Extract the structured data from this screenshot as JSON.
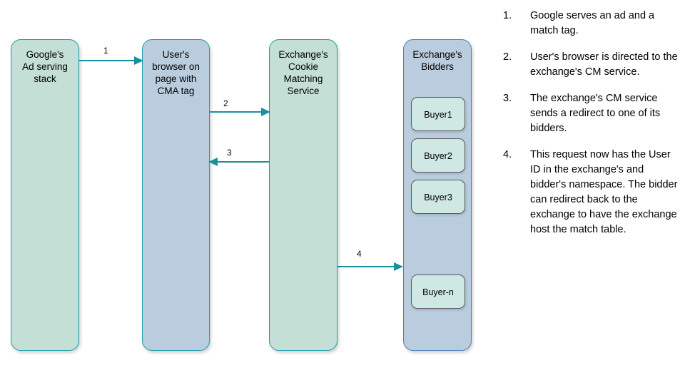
{
  "diagram": {
    "nodes": [
      {
        "id": "google-ad-stack",
        "label": "Google's\nAd serving\nstack",
        "fill": "#c4dfd5",
        "border": "#1a9cab"
      },
      {
        "id": "user-browser",
        "label": "User's\nbrowser on\npage with\nCMA tag",
        "fill": "#bacddf",
        "border": "#1a9cab"
      },
      {
        "id": "cm-service",
        "label": "Exchange's\nCookie\nMatching\nService",
        "fill": "#c4dfd5",
        "border": "#1a9cab"
      },
      {
        "id": "exchange-bidders",
        "label": "Exchange's\nBidders",
        "fill": "#bacddf",
        "border": "#4a7ebb"
      }
    ],
    "buyers": [
      {
        "id": "buyer-1",
        "label": "Buyer1"
      },
      {
        "id": "buyer-2",
        "label": "Buyer2"
      },
      {
        "id": "buyer-3",
        "label": "Buyer3"
      },
      {
        "id": "buyer-n",
        "label": "Buyer-n"
      }
    ],
    "arrows": [
      {
        "id": "arrow-1",
        "label": "1",
        "from": "google-ad-stack",
        "to": "user-browser",
        "direction": "right"
      },
      {
        "id": "arrow-2",
        "label": "2",
        "from": "user-browser",
        "to": "cm-service",
        "direction": "right"
      },
      {
        "id": "arrow-3",
        "label": "3",
        "from": "cm-service",
        "to": "user-browser",
        "direction": "left"
      },
      {
        "id": "arrow-4",
        "label": "4",
        "from": "cm-service",
        "to": "exchange-bidders",
        "direction": "right"
      }
    ],
    "arrow_color": "#1a8fa0"
  },
  "steps": [
    {
      "number": "1.",
      "text": "Google serves an ad and a match tag."
    },
    {
      "number": "2.",
      "text": "User's browser is directed to the exchange's CM service."
    },
    {
      "number": "3.",
      "text": "The exchange's CM service sends a redirect to one of its bidders."
    },
    {
      "number": "4.",
      "text": "This request now has the User ID in the exchange's and bidder's namespace. The bidder can redirect back to the exchange to have the exchange host the match table."
    }
  ]
}
